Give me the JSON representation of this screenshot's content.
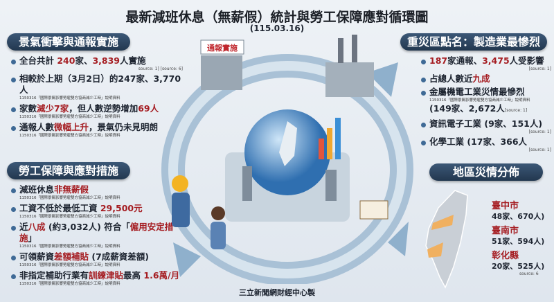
{
  "title": "最新減班休息（無薪假）統計與勞工保障應對循環圖",
  "date": "(115.03.16)",
  "citation": "1150316「國際景氣影響勞雇雙方協商減少工時」說明資料",
  "sign": "通報實施",
  "footer": "三立新聞網財經中心製",
  "colors": {
    "navy": "#22374f",
    "highlight": "#a51d22",
    "ring": "#9fb8cf"
  },
  "left_top": {
    "header": "景氣衝擊與通報實施",
    "items": [
      {
        "segs": [
          {
            "t": "全台共計 "
          },
          {
            "t": "240",
            "h": 1
          },
          {
            "t": "家、"
          },
          {
            "t": "3,839",
            "h": 1
          },
          {
            "t": "人實施"
          }
        ],
        "src": "source: 1]   [source: 6]"
      },
      {
        "segs": [
          {
            "t": "相較於上期（3月2日）的247家、3,770人"
          }
        ],
        "cite": true
      },
      {
        "segs": [
          {
            "t": "家數"
          },
          {
            "t": "減少7家",
            "h": 1
          },
          {
            "t": "，但人數逆勢增加"
          },
          {
            "t": "69人",
            "h": 1
          }
        ],
        "cite": true
      },
      {
        "segs": [
          {
            "t": "通報人數"
          },
          {
            "t": "微幅上升",
            "h": 1
          },
          {
            "t": "，景氣仍未見明朗"
          }
        ],
        "cite": true
      }
    ]
  },
  "left_bottom": {
    "header": "勞工保障與應對措施",
    "items": [
      {
        "segs": [
          {
            "t": "減班休息"
          },
          {
            "t": "非無薪假",
            "h": 1
          }
        ],
        "cite": true
      },
      {
        "segs": [
          {
            "t": "工資不低於最低工資 "
          },
          {
            "t": "29,500元",
            "h": 1
          }
        ],
        "cite": true
      },
      {
        "segs": [
          {
            "t": "近"
          },
          {
            "t": "八成",
            "h": 1
          },
          {
            "t": " (約3,032人) 符合「"
          },
          {
            "t": "僱用安定措施",
            "h": 1
          },
          {
            "t": "」"
          }
        ],
        "cite": true
      },
      {
        "segs": [
          {
            "t": "可領薪資"
          },
          {
            "t": "差額補貼",
            "h": 1
          },
          {
            "t": " (7成薪資差額)"
          }
        ],
        "cite": true
      },
      {
        "segs": [
          {
            "t": "非指定補助行業有"
          },
          {
            "t": "訓練津貼",
            "h": 1
          },
          {
            "t": "最高 "
          },
          {
            "t": "1.6萬/月",
            "h": 1
          }
        ],
        "cite": true
      }
    ]
  },
  "right_top": {
    "header": "重災區點名：製造業最慘烈",
    "items": [
      {
        "segs": [
          {
            "t": "187",
            "h": 1
          },
          {
            "t": "家通報、"
          },
          {
            "t": "3,475",
            "h": 1
          },
          {
            "t": "人受影響"
          }
        ],
        "src": "[source: 1]"
      },
      {
        "segs": [
          {
            "t": "占總人數近"
          },
          {
            "t": "九成",
            "h": 1
          }
        ]
      },
      {
        "segs": [
          {
            "t": "金屬機電工業災情最慘烈"
          }
        ],
        "cite": true,
        "after": "(149家、2,672人",
        "src2": "[source: 1]"
      },
      {
        "segs": [
          {
            "t": "資訊電子工業 (9家、151人)"
          }
        ],
        "src": "[source: 1]"
      },
      {
        "segs": [
          {
            "t": "化學工業 (17家、366人"
          }
        ],
        "src": "[source: 1]"
      }
    ]
  },
  "regions": {
    "header": "地區災情分佈",
    "cities": [
      {
        "name": "臺中市",
        "value": "48家、670人)"
      },
      {
        "name": "臺南市",
        "value": "51家、594人)"
      },
      {
        "name": "彰化縣",
        "value": "20家、525人)"
      }
    ],
    "src": "source: 6"
  }
}
